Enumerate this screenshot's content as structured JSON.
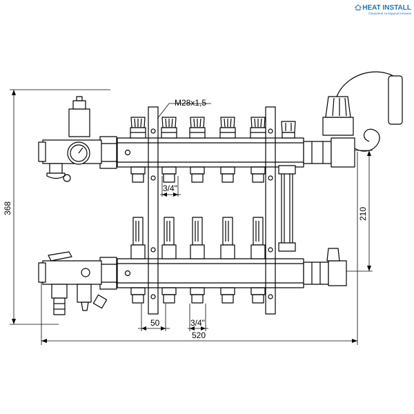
{
  "logo": {
    "name": "HEAT INSTALL",
    "tagline": "Опалення та водопостачання",
    "color": "#1e73be",
    "accent": "#e53935"
  },
  "dimensions": {
    "thread_main": "M28x1,5",
    "connection_upper": "3/4\"",
    "connection_lower": "3/4\"",
    "spacing": "50",
    "total_width": "520",
    "total_height": "368",
    "between_rails": "210"
  },
  "manifold": {
    "outlet_count": 5
  }
}
